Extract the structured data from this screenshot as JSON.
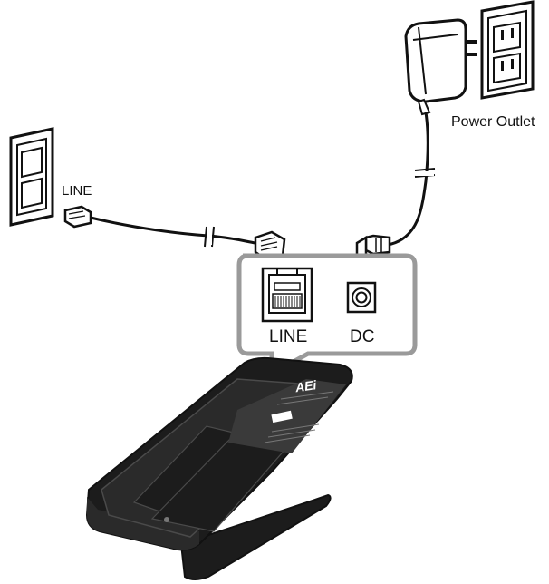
{
  "labels": {
    "power_outlet": "Power Outlet",
    "wall_line": "LINE",
    "port_line": "LINE",
    "port_dc": "DC",
    "brand": "AEi"
  },
  "colors": {
    "ink": "#111111",
    "callout_border": "#9a9a9a",
    "phone_body": "#1c1c1c",
    "phone_panel": "#2a2a2a",
    "phone_highlight": "#4a4a4a"
  },
  "icons": [
    "wall-jack-icon",
    "rj11-plug-icon",
    "power-adapter-icon",
    "dc-plug-icon",
    "power-outlet-icon",
    "line-port-icon",
    "dc-jack-icon"
  ]
}
